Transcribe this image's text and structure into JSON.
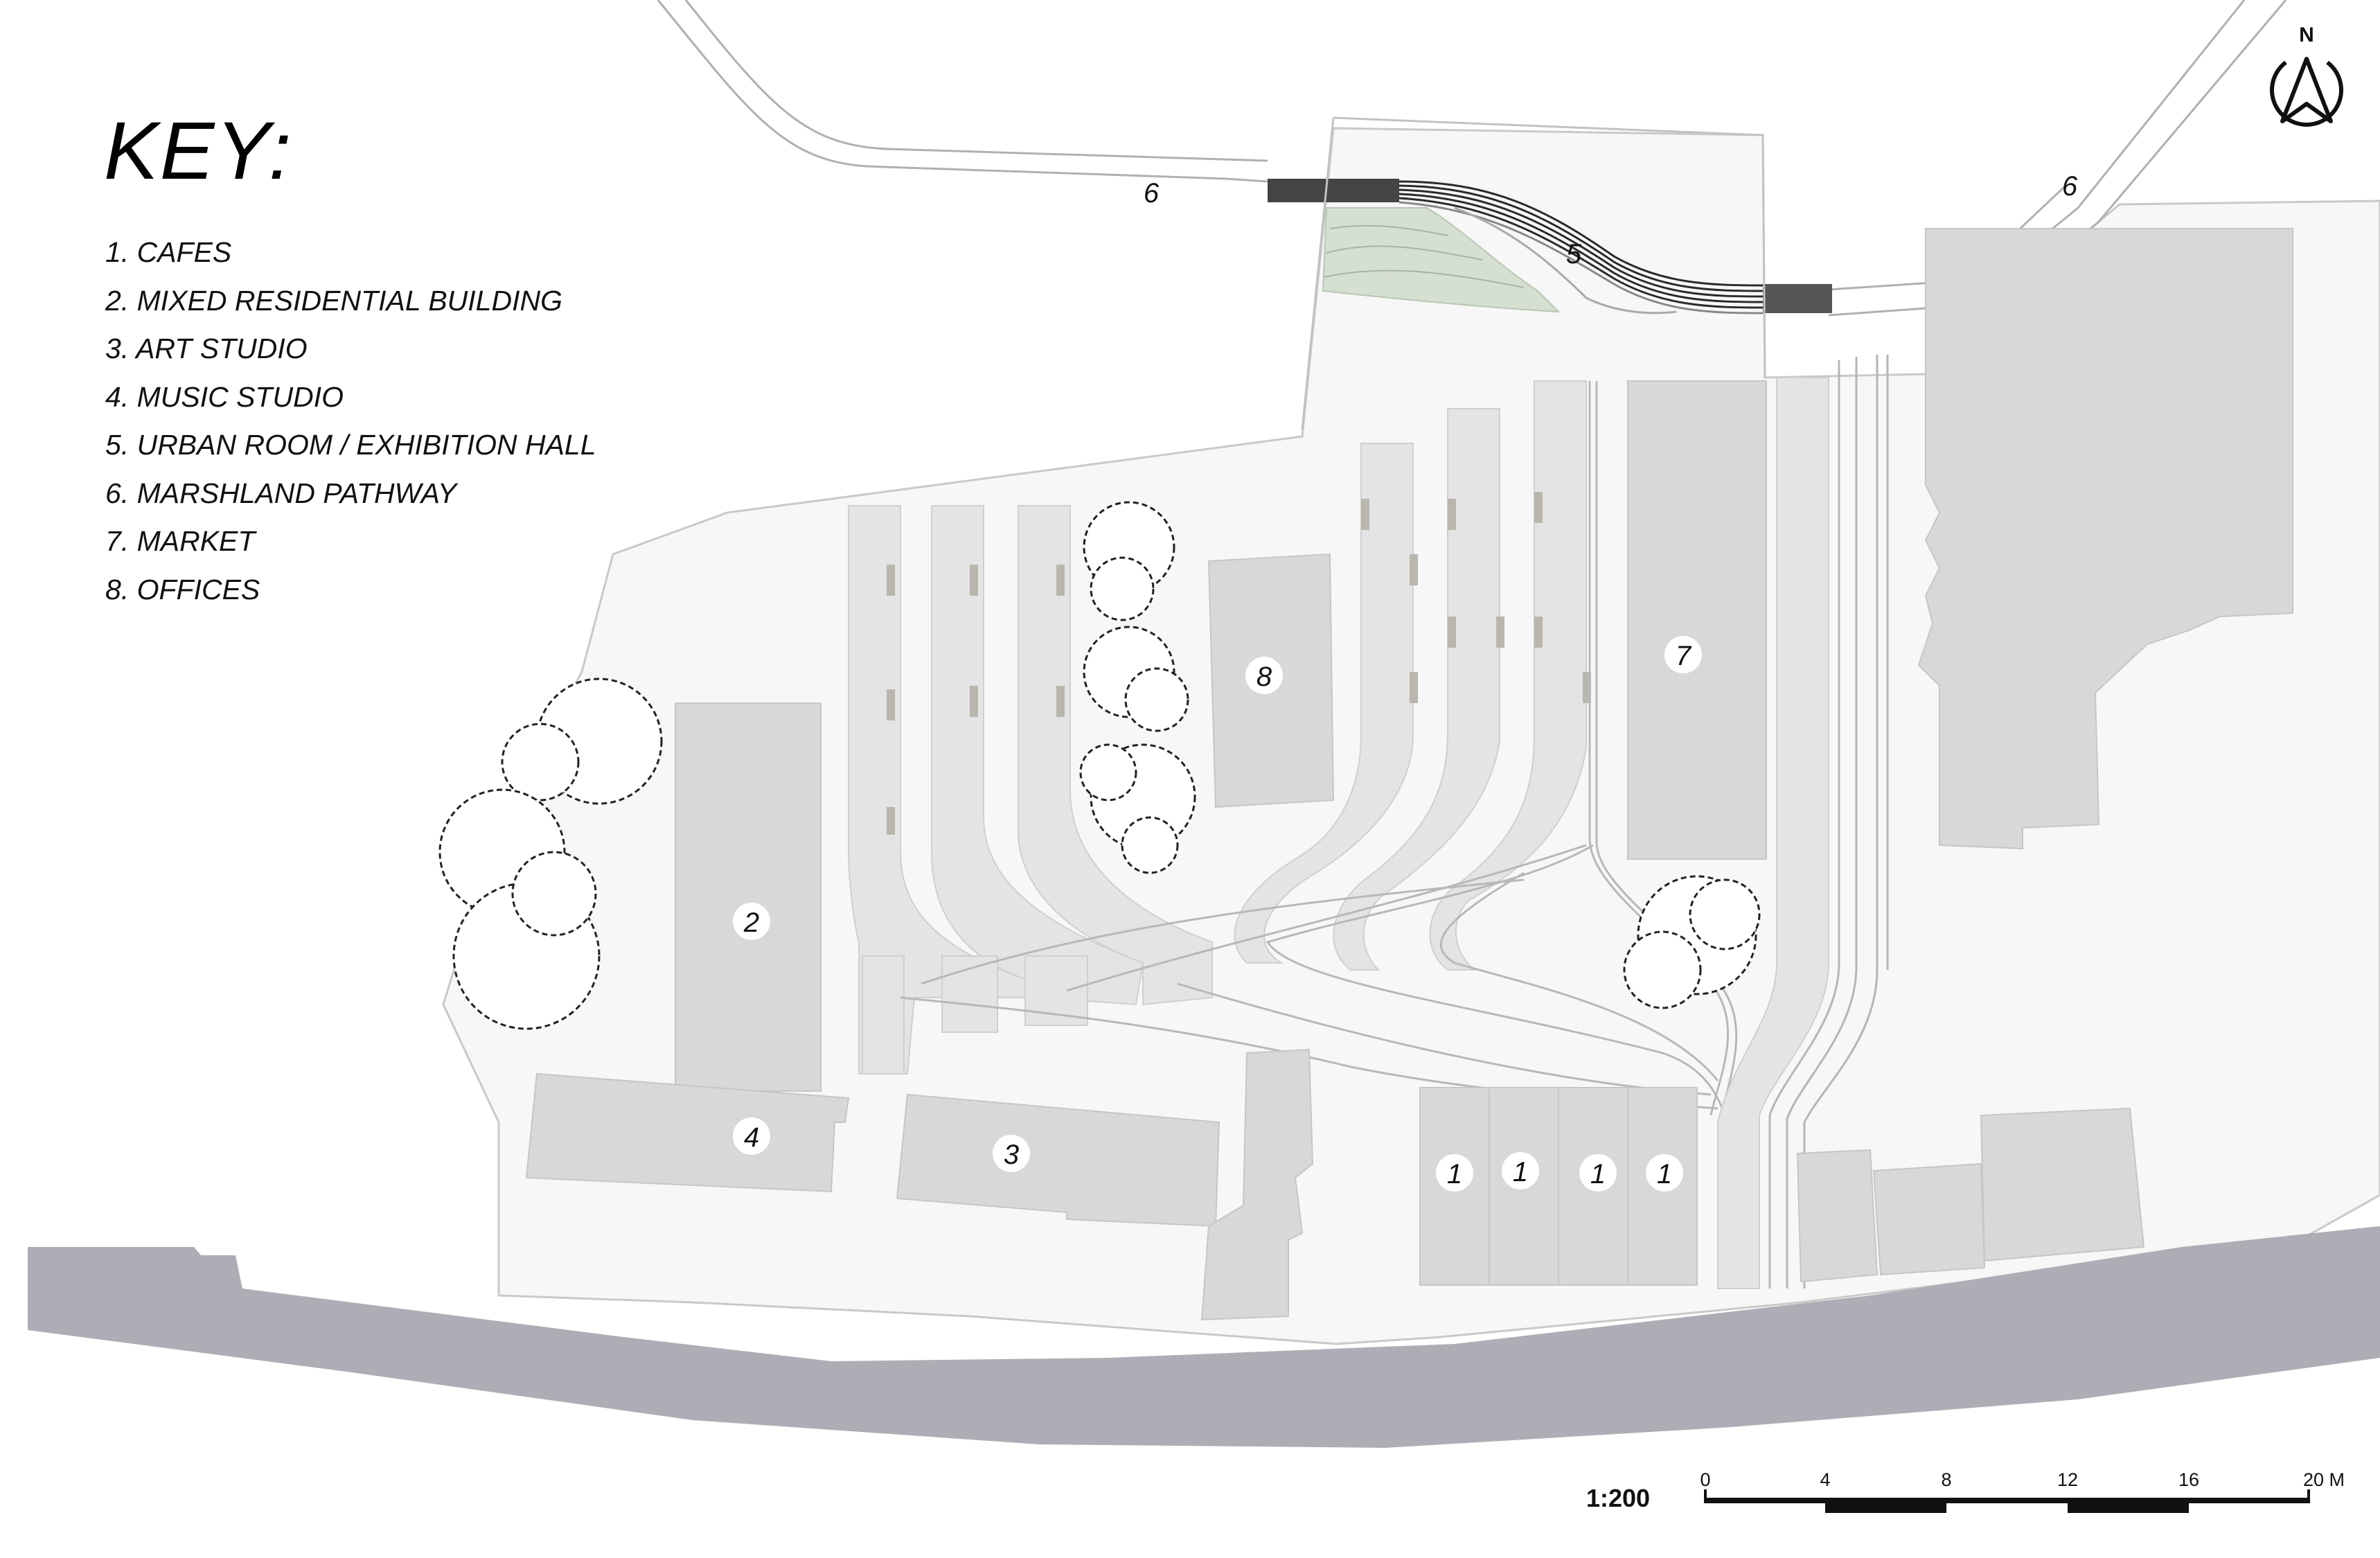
{
  "key": {
    "title": "KEY:",
    "items": [
      "1. CAFES",
      "2. MIXED RESIDENTIAL BUILDING",
      "3. ART STUDIO",
      "4. MUSIC STUDIO",
      "5. URBAN ROOM / EXHIBITION HALL",
      "6. MARSHLAND PATHWAY",
      "7. MARKET",
      "8. OFFICES"
    ]
  },
  "labels": {
    "cafe": "1",
    "residential": "2",
    "art_studio": "3",
    "music_studio": "4",
    "urban_room": "5",
    "pathway": "6",
    "market": "7",
    "offices": "8"
  },
  "north": "N",
  "scale": {
    "ratio": "1:200",
    "ticks": [
      "0",
      "4",
      "8",
      "12",
      "16",
      "20 M"
    ]
  },
  "colors": {
    "site": "#f7f7f7",
    "building": "#d8d8d8",
    "river": "#aeadb5",
    "wetland": "#d6e0d2",
    "line": "#b3b3b3"
  }
}
